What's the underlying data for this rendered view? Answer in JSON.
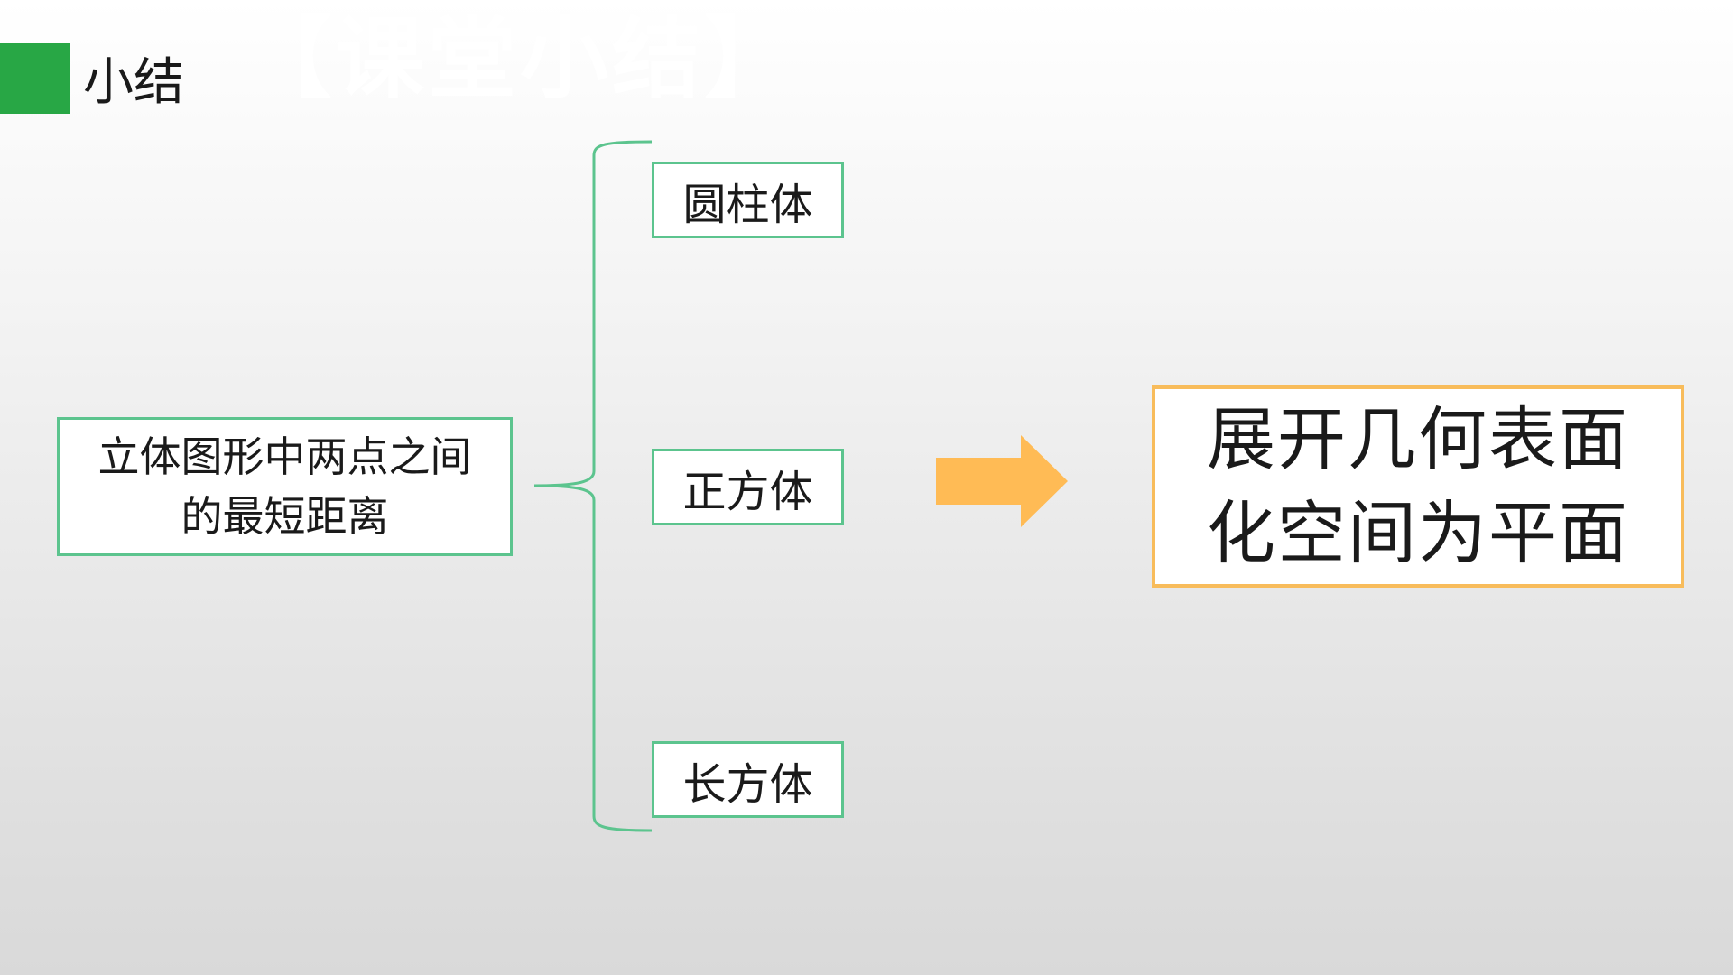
{
  "header": {
    "title": "小结",
    "watermark": "【课堂小结】"
  },
  "diagram": {
    "source": {
      "line1": "立体图形中两点之间",
      "line2": "的最短距离"
    },
    "shapes": [
      "圆柱体",
      "正方体",
      "长方体"
    ],
    "result": {
      "line1": "展开几何表面",
      "line2": "化空间为平面"
    }
  },
  "colors": {
    "accent_green": "#28a745",
    "box_border_green": "#5cc48e",
    "arrow_orange": "#ffbb55",
    "result_border_orange": "#f8bc5b"
  }
}
